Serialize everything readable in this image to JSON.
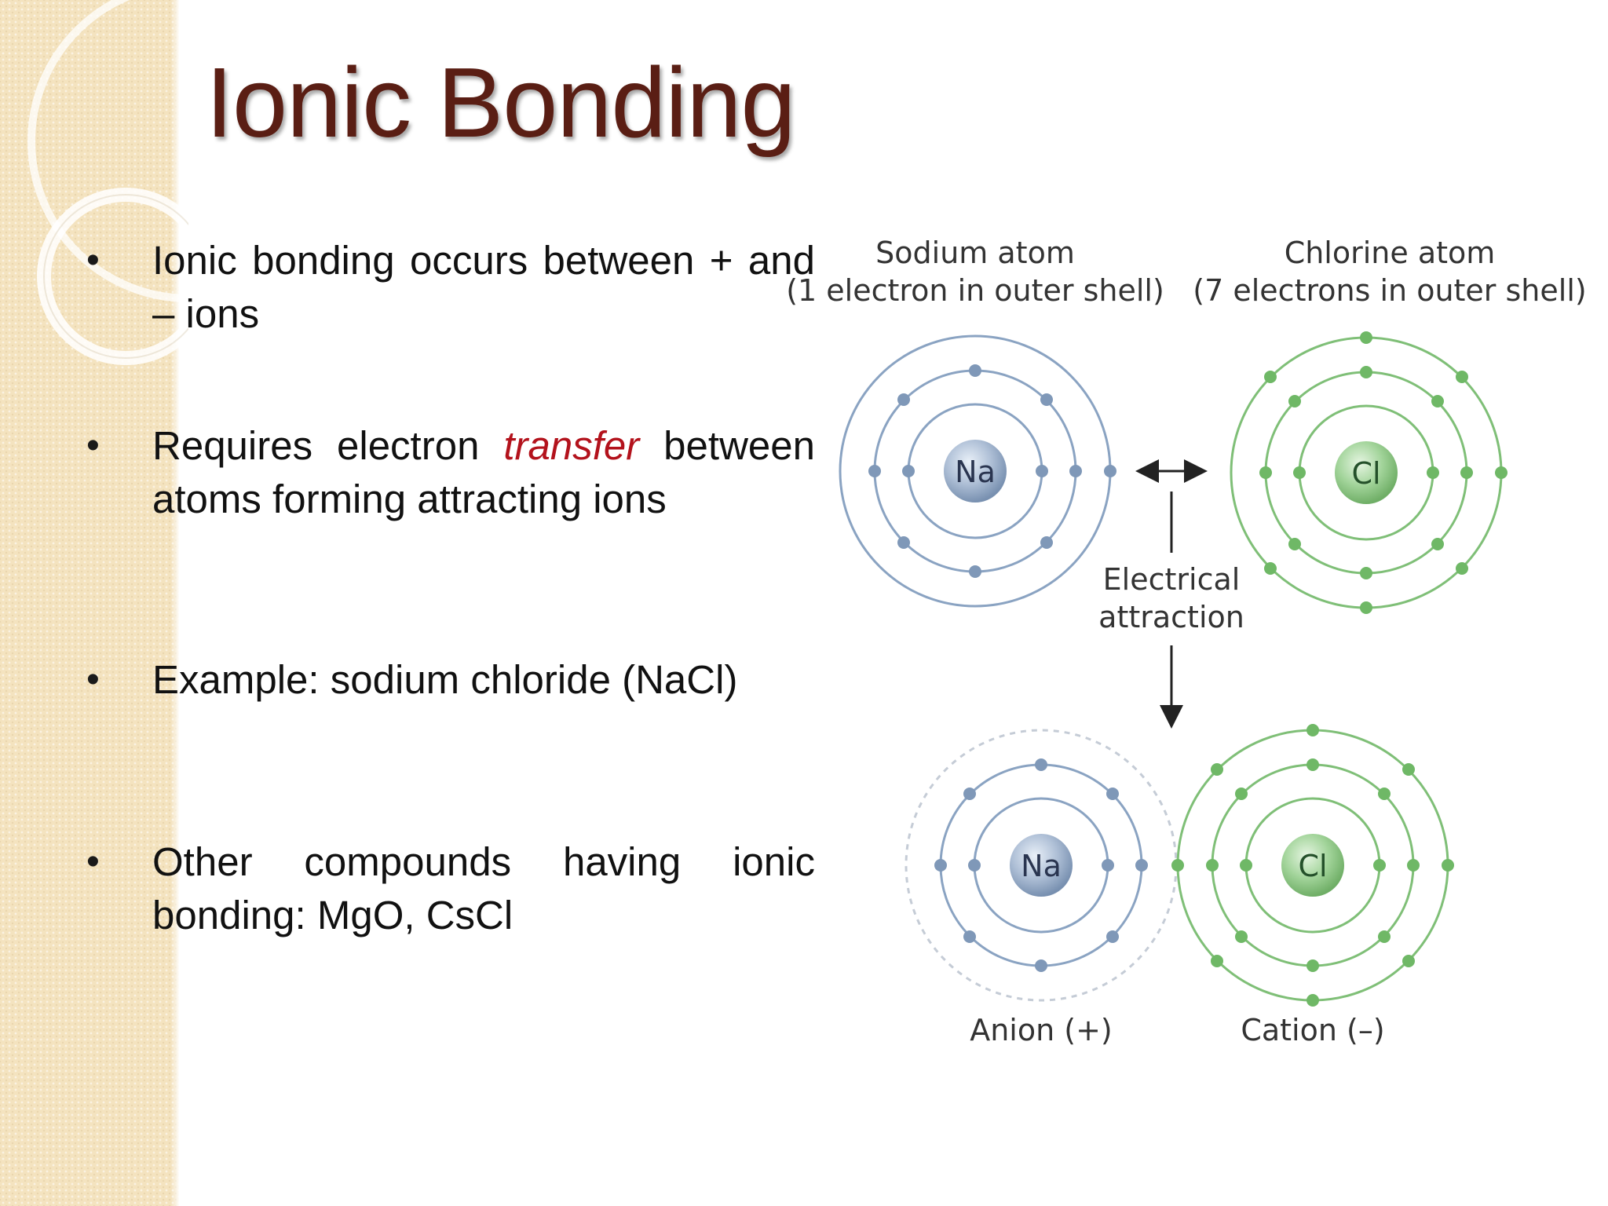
{
  "slide": {
    "title": "Ionic Bonding",
    "bullets": [
      {
        "text": "Ionic bonding occurs between + and – ions"
      },
      {
        "text_before": "Requires electron ",
        "emphasis": "transfer",
        "text_after": " between atoms forming attracting ions"
      },
      {
        "text": "Example: sodium chloride (NaCl)"
      },
      {
        "text": "Other compounds having ionic bonding: MgO, CsCl"
      }
    ],
    "bullet_symbol": "•",
    "colors": {
      "title": "#5a1e14",
      "emphasis": "#b3121c",
      "sodium": "#8aa3c2",
      "chlorine": "#7fbf77"
    }
  },
  "diagram": {
    "sodium_atom_label": "Sodium atom",
    "sodium_atom_sublabel": "(1 electron in outer shell)",
    "chlorine_atom_label": "Chlorine atom",
    "chlorine_atom_sublabel": "(7 electrons in outer shell)",
    "na_symbol": "Na",
    "cl_symbol": "Cl",
    "attraction_label_1": "Electrical",
    "attraction_label_2": "attraction",
    "anion_label": "Anion (+)",
    "cation_label": "Cation (–)"
  }
}
